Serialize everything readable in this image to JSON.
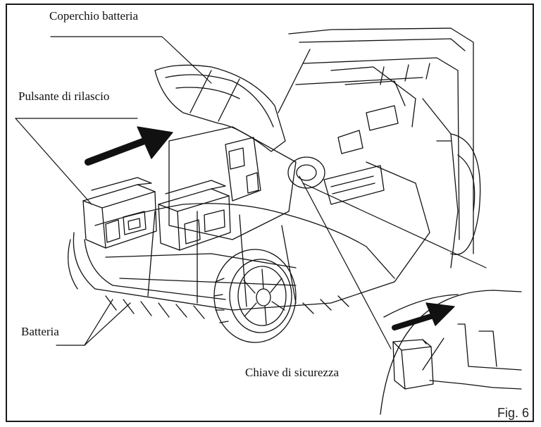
{
  "labels": {
    "battery_cover": "Coperchio batteria",
    "release_button": "Pulsante di rilascio",
    "battery": "Batteria",
    "safety_key": "Chiave di sicurezza"
  },
  "figure": {
    "caption": "Fig. 6"
  },
  "colors": {
    "ink": "#111111",
    "frame": "#1a1a1a",
    "background": "#ffffff"
  }
}
